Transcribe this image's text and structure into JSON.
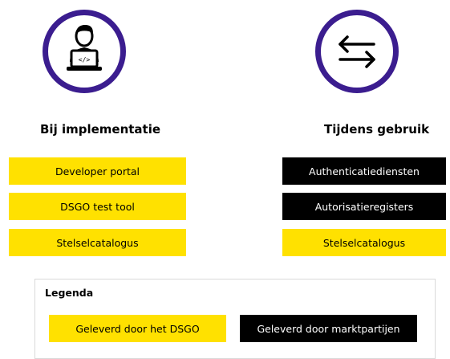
{
  "colors": {
    "accent_circle": "#3b1d8f",
    "dsgo_yellow": "#ffe100",
    "market_black": "#000000"
  },
  "left": {
    "heading": "Bij implementatie",
    "icon": "developer-laptop-icon",
    "items": [
      {
        "label": "Developer portal",
        "style": "yellow"
      },
      {
        "label": "DSGO test tool",
        "style": "yellow"
      },
      {
        "label": "Stelselcatalogus",
        "style": "yellow"
      }
    ]
  },
  "right": {
    "heading": "Tijdens gebruik",
    "icon": "exchange-arrows-icon",
    "items": [
      {
        "label": "Authenticatiediensten",
        "style": "black"
      },
      {
        "label": "Autorisatieregisters",
        "style": "black"
      },
      {
        "label": "Stelselcatalogus",
        "style": "yellow"
      }
    ]
  },
  "legend": {
    "title": "Legenda",
    "dsgo_label": "Geleverd door het DSGO",
    "market_label": "Geleverd door marktpartijen"
  }
}
